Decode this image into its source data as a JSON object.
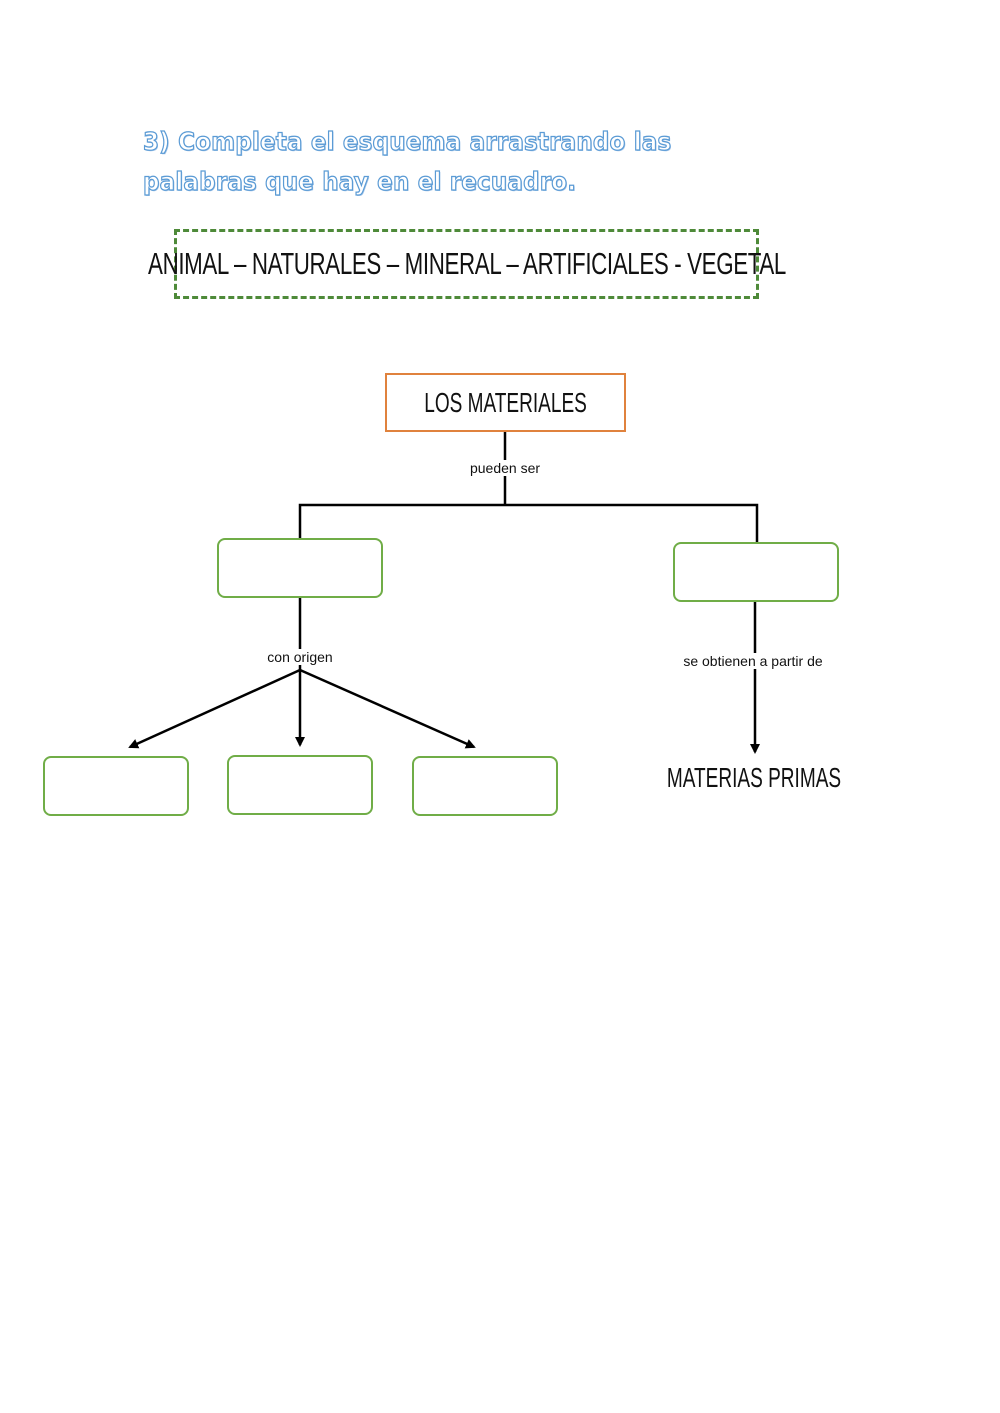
{
  "instruction": "3)  Completa el esquema arrastrando las palabras que hay en el recuadro.",
  "word_bank": "ANIMAL – NATURALES – MINERAL – ARTIFICIALES - VEGETAL",
  "diagram": {
    "root": "LOS MATERIALES",
    "root_link": "pueden ser",
    "left_link": "con origen",
    "right_link": "se obtienen a partir de",
    "right_target": "MATERIAS PRIMAS"
  },
  "colors": {
    "instruction": "#5b9bd5",
    "word_bank_border": "#4e8a39",
    "root_border": "#e0823d",
    "blank_border": "#70ad47"
  }
}
